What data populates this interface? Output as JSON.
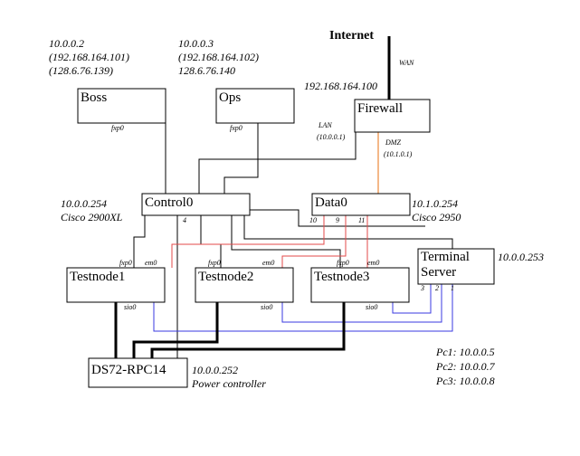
{
  "nodes": {
    "boss": "Boss",
    "ops": "Ops",
    "firewall": "Firewall",
    "internet": "Internet",
    "control0": "Control0",
    "data0": "Data0",
    "testnode1": "Testnode1",
    "testnode2": "Testnode2",
    "testnode3": "Testnode3",
    "terminal_server_line1": "Terminal",
    "terminal_server_line2": "Server",
    "rpc": "DS72-RPC14"
  },
  "addresses": {
    "boss": [
      "10.0.0.2",
      "(192.168.164.101)",
      "(128.6.76.139)"
    ],
    "ops": [
      "10.0.0.3",
      "(192.168.164.102)",
      "128.6.76.140"
    ],
    "firewall_wan": "192.168.164.100",
    "control0": [
      "10.0.0.254",
      "Cisco 2900XL"
    ],
    "data0": [
      "10.1.0.254",
      "Cisco 2950"
    ],
    "terminal_server": "10.0.0.253",
    "rpc": [
      "10.0.0.252",
      "Power controller"
    ],
    "pcs": [
      "Pc1: 10.0.0.5",
      "Pc2: 10.0.0.7",
      "Pc3: 10.0.0.8"
    ]
  },
  "links": {
    "wan": "WAN",
    "lan": [
      "LAN",
      "(10.0.0.1)"
    ],
    "dmz": [
      "DMZ",
      "(10.1.0.1)"
    ]
  },
  "ports": {
    "fxp0": "fxp0",
    "em0": "em0",
    "sio0": "sio0",
    "control_port": "4",
    "data_ports": [
      "10",
      "9",
      "11"
    ],
    "ts_ports": [
      "3",
      "2",
      "1"
    ]
  },
  "colors": {
    "experimental_link": "#e34a4a",
    "serial_link": "#3a3ae0",
    "dmz_link": "#f0a060"
  }
}
